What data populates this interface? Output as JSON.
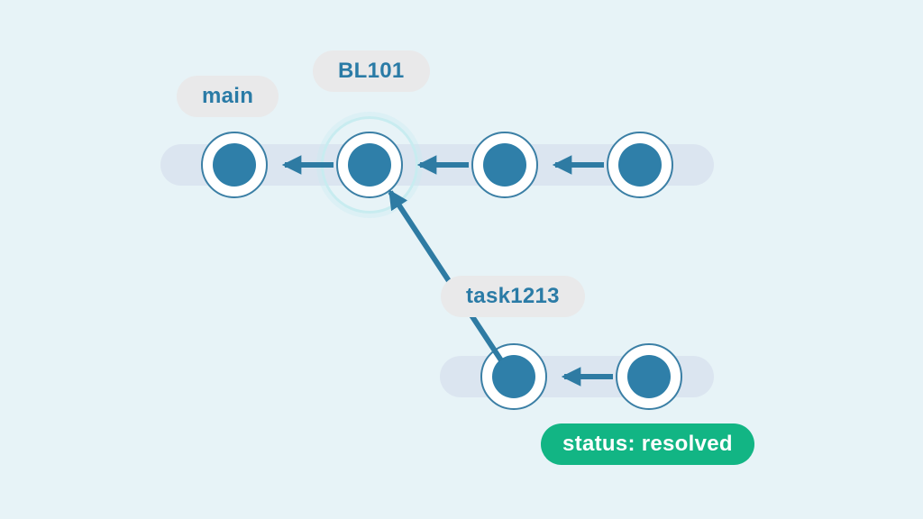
{
  "diagram": {
    "type": "git-branch-diagram",
    "labels": {
      "main_branch": "main",
      "tag_bl101": "BL101",
      "task_branch": "task1213",
      "status_badge": "status: resolved"
    },
    "branches": {
      "main": {
        "label": "main",
        "commit_count": 4,
        "tagged_commit": "BL101"
      },
      "task": {
        "label": "task1213",
        "commit_count": 2,
        "merges_into": "BL101"
      }
    },
    "colors": {
      "background": "#e7f3f7",
      "track": "#dbe5f0",
      "node_fill": "#2f7fa9",
      "node_ring": "#ffffff",
      "node_border": "#3b7fa5",
      "arrow": "#2e7ba3",
      "label_pill_bg": "#e9e9ea",
      "label_text": "#2a7ba6",
      "highlight_ring": "#c8ecf0",
      "status_bg": "#12b584",
      "status_text": "#ffffff"
    }
  }
}
